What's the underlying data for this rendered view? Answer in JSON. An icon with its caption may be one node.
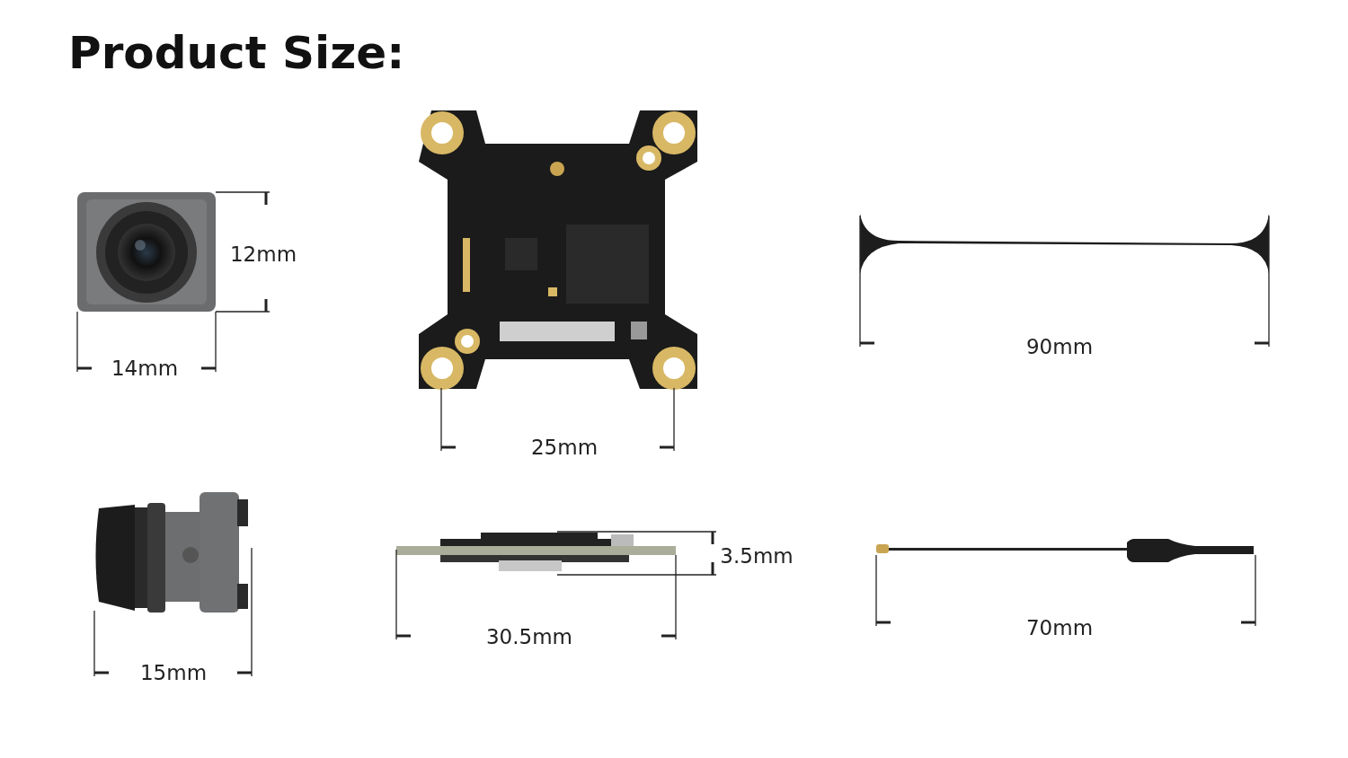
{
  "diagram": {
    "title": "Product Size:",
    "labels": [
      "12mm",
      "14mm",
      "25mm",
      "90mm",
      "15mm",
      "3.5mm",
      "30.5mm",
      "70mm"
    ]
  }
}
